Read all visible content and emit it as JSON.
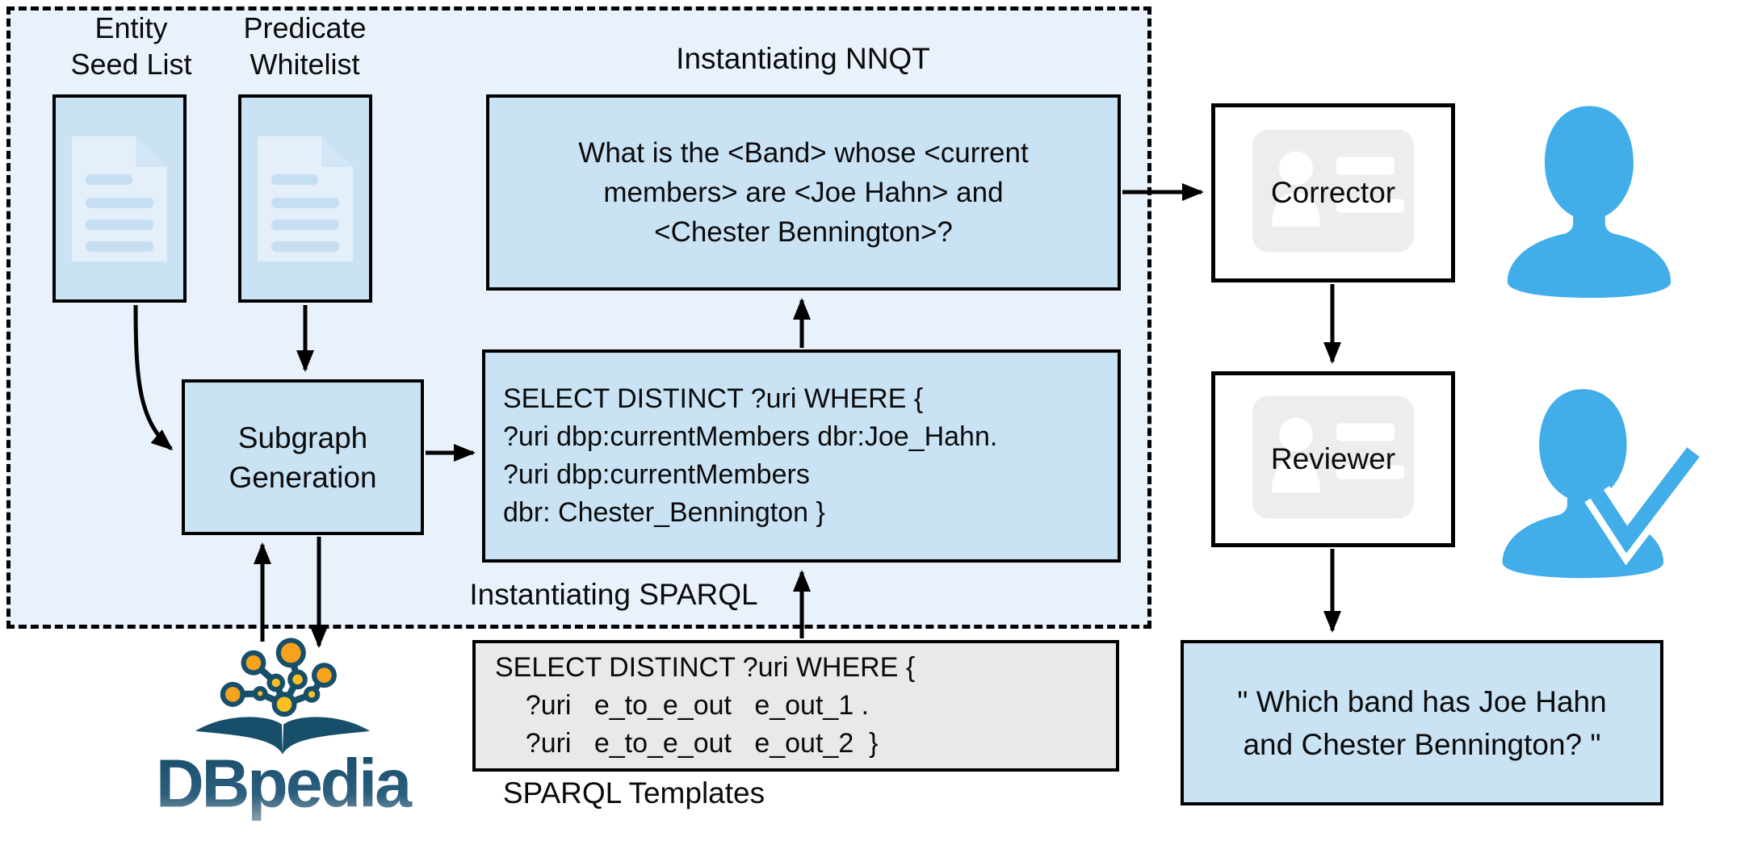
{
  "diagram": {
    "generator": {
      "entity_seed_label": [
        "Entity",
        "Seed List"
      ],
      "predicate_whitelist_label": [
        "Predicate",
        "Whitelist"
      ],
      "subgraph_label": [
        "Subgraph",
        "Generation"
      ],
      "nnqt_section_label": "Instantiating NNQT",
      "nnqt_question_lines": [
        "What is the <Band> whose <current",
        "members> are <Joe Hahn> and",
        "<Chester Bennington>?"
      ],
      "sparql_section_label": "Instantiating SPARQL",
      "sparql_query_lines": [
        "SELECT DISTINCT ?uri WHERE {",
        "?uri dbp:currentMembers dbr:Joe_Hahn.",
        "?uri dbp:currentMembers",
        "dbr: Chester_Bennington }"
      ],
      "sparql_template_lines": [
        "SELECT DISTINCT ?uri WHERE {",
        "    ?uri   e_to_e_out   e_out_1 .",
        "    ?uri   e_to_e_out   e_out_2  }"
      ],
      "sparql_templates_label": "SPARQL Templates",
      "dbpedia_logo_text": "DBpedia"
    },
    "review": {
      "corrector_label": "Corrector",
      "reviewer_label": "Reviewer",
      "final_question_lines": [
        "\" Which band has Joe Hahn",
        "and Chester Bennington? \""
      ]
    },
    "colors": {
      "region_bg": "#e9f2fb",
      "node_fill": "#c9e3f5",
      "template_fill": "#e9e9e9",
      "person_blue": "#41ade9",
      "dbpedia_teal": "#17506f",
      "dbpedia_orange": "#f6a21d",
      "line_color": "#000000"
    }
  }
}
